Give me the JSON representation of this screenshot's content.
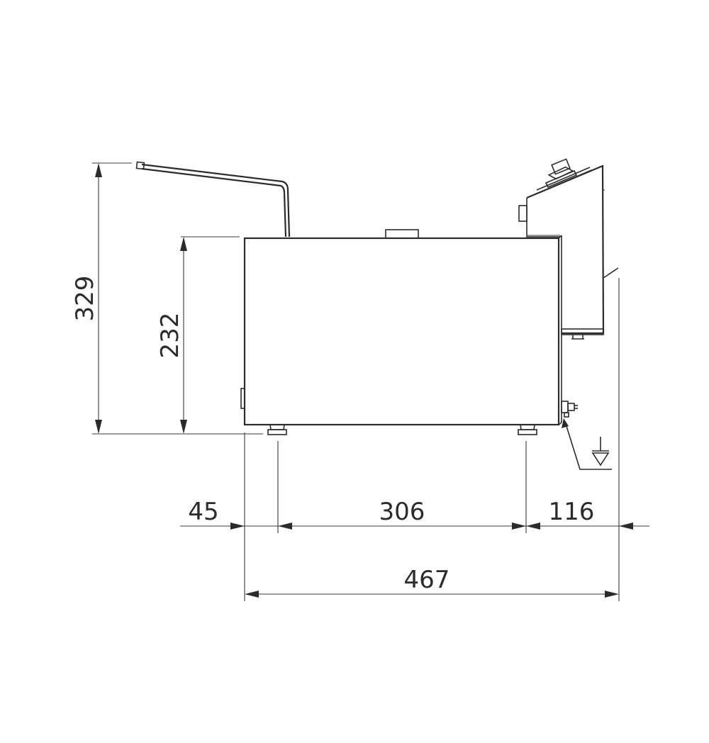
{
  "dimensions": {
    "total_height": "329",
    "body_height": "232",
    "left_offset": "45",
    "feet_spacing": "306",
    "right_offset": "116",
    "total_width": "467"
  },
  "icons": {
    "ground": "ground-symbol-icon"
  }
}
